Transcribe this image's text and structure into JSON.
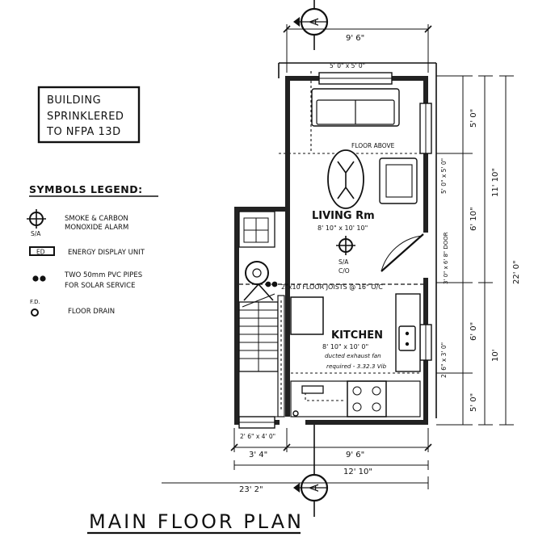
{
  "sprinkler_note": {
    "line1": "BUILDING",
    "line2": "SPRINKLERED",
    "line3": "TO NFPA 13D"
  },
  "legend": {
    "title": "SYMBOLS LEGEND:",
    "items": [
      {
        "icon": "smoke-co-alarm-icon",
        "tag": "S/A",
        "line1": "SMOKE & CARBON",
        "line2": "MONOXIDE ALARM"
      },
      {
        "icon": "energy-display-icon",
        "tag": "ED",
        "line1": "ENERGY DISPLAY UNIT",
        "line2": ""
      },
      {
        "icon": "pvc-pipes-icon",
        "tag": "",
        "line1": "TWO 50mm PVC PIPES",
        "line2": "FOR SOLAR SERVICE"
      },
      {
        "icon": "floor-drain-icon",
        "tag": "F.D.",
        "line1": "FLOOR DRAIN",
        "line2": ""
      }
    ]
  },
  "section_markers": {
    "top": "A",
    "bottom": "A"
  },
  "rooms": {
    "living": {
      "name": "LIVING Rm",
      "size": "8' 10\" x 10' 10\""
    },
    "kitchen": {
      "name": "KITCHEN",
      "size": "8' 10\" x 10' 0\"",
      "note1": "ducted exhaust fan",
      "note2": "required - 3.32.3 Vib"
    }
  },
  "labels": {
    "floor_above": "FLOOR ABOVE",
    "joists": "2\"x10 FLOOR JOISTS @ 16\" O/C",
    "window_top": "5' 0\" x 5' 0\"",
    "window_right_upper": "5' 0\" x 5' 0\"",
    "door_right": "3' 0\" x 6' 8\" DOOR",
    "window_right_lower": "2' 6\" x 3' 0\"",
    "window_bottom_left": "2' 6\" x 4' 0\"",
    "alarm_tag": "S/A",
    "alarm_tag2": "C/O"
  },
  "dimensions": {
    "top_width": "9' 6\"",
    "bottom_stair": "3' 4\"",
    "bottom_main": "9' 6\"",
    "bottom_mid": "12' 10\"",
    "bottom_total": "23' 2\"",
    "right_a1": "5' 0\"",
    "right_a2": "6' 10\"",
    "right_a3": "6' 0\"",
    "right_a4": "5' 0\"",
    "right_b1": "11' 10\"",
    "right_b2": "10'",
    "right_total": "22' 0\""
  },
  "plan_title": "MAIN FLOOR PLAN"
}
